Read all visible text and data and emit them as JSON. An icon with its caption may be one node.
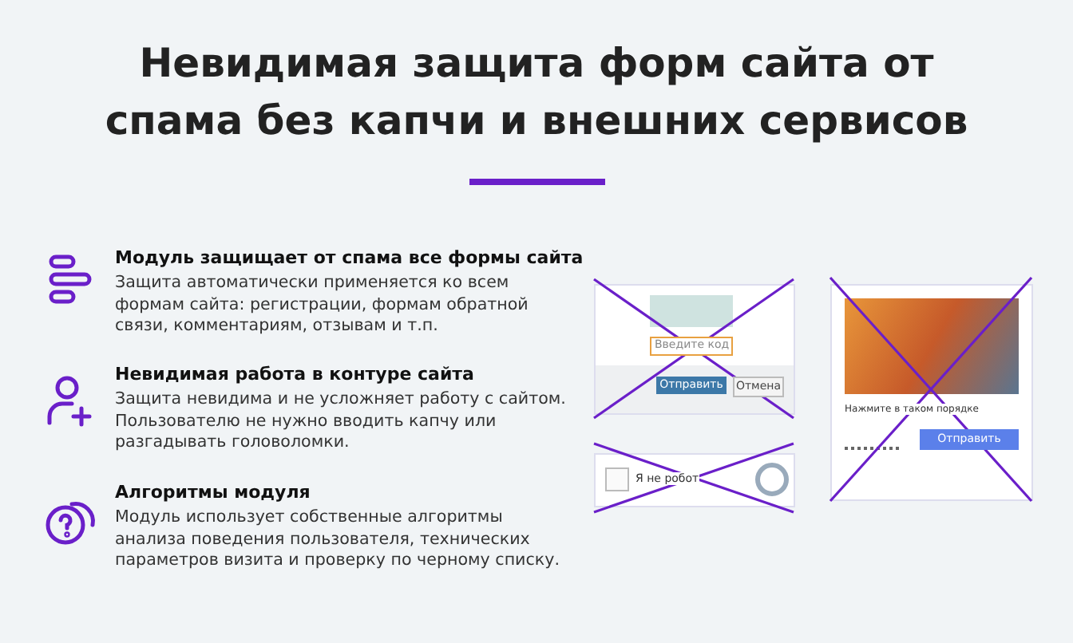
{
  "diagram": {
    "title": "Невидимая защита форм сайта от спама без капчи и внешних сервисов",
    "labels": [
      "Модуль защищает от спама все формы сайта",
      "Защита автоматически применяется ко всем формам сайта: регистрации, формам обратной связи, комментариям, отзывам и т.п.",
      "Невидимая работа в контуре сайта",
      "Защита невидима и не усложняет работу с сайтом. Пользователю не нужно вводить капчу или разгадывать головоломки.",
      "Алгоритмы модуля",
      "Модуль использует собственные алгоритмы анализа поведения пользователя, технических параметров визита и проверку по черному списку.",
      "Введите код",
      "Отправить",
      "Отмена",
      "Я не робот",
      "Нажмите в таком порядке",
      "Отправить"
    ]
  }
}
